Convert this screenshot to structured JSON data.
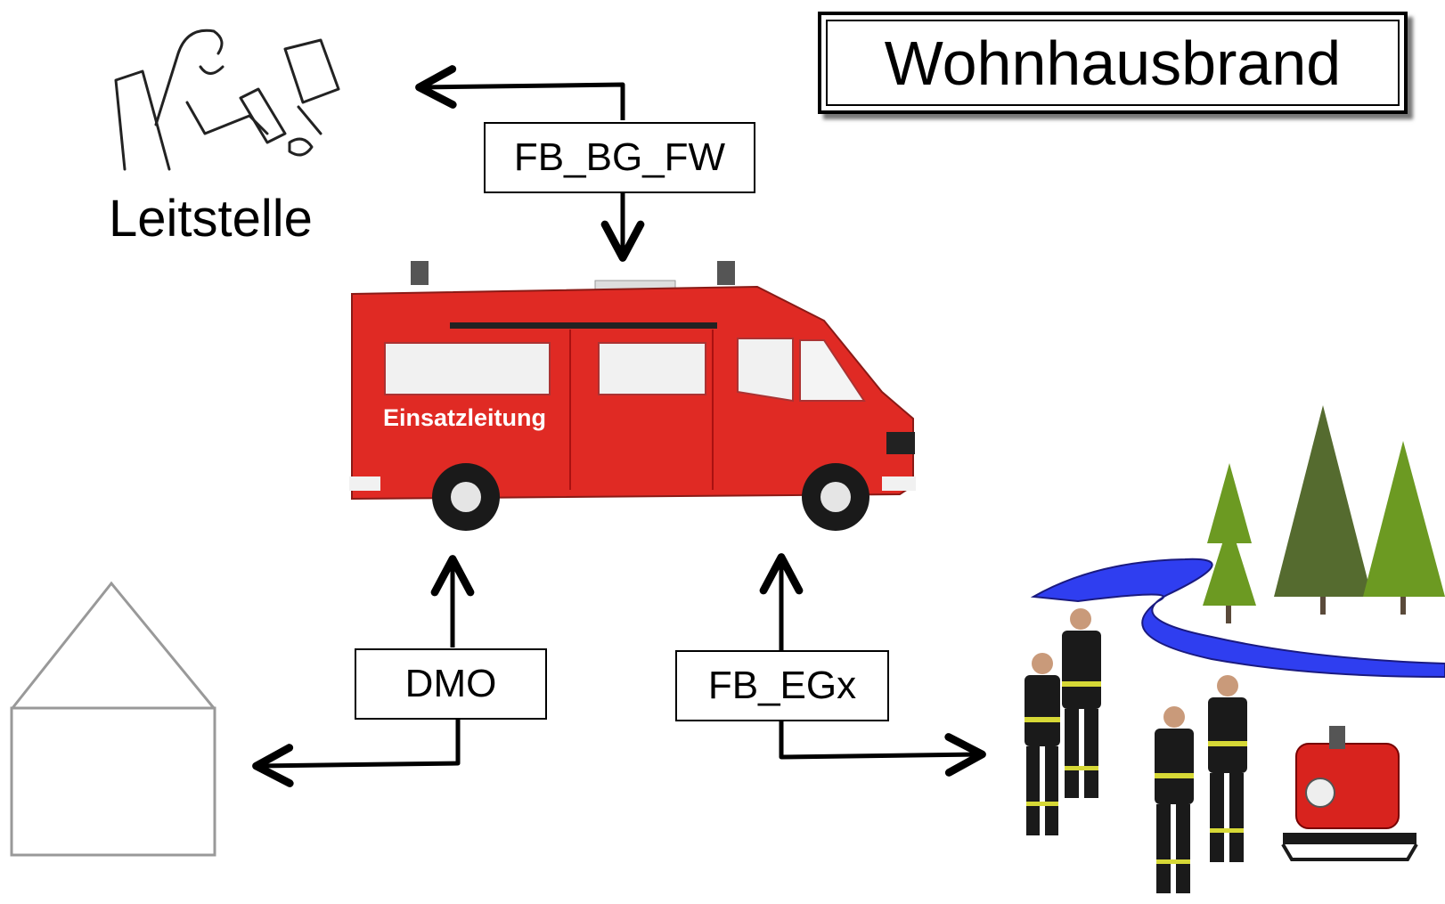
{
  "title": "Wohnhausbrand",
  "nodes": {
    "control_center": {
      "label": "Leitstelle"
    },
    "vehicle": {
      "text": "Einsatzleitung"
    }
  },
  "flows": {
    "top": "FB_BG_FW",
    "left": "DMO",
    "right": "FB_EGx"
  },
  "colors": {
    "vehicle_red": "#e02a24",
    "river_blue": "#2f3ef0",
    "tree_green": "#6c9a22",
    "tree_dark": "#556b2f"
  }
}
